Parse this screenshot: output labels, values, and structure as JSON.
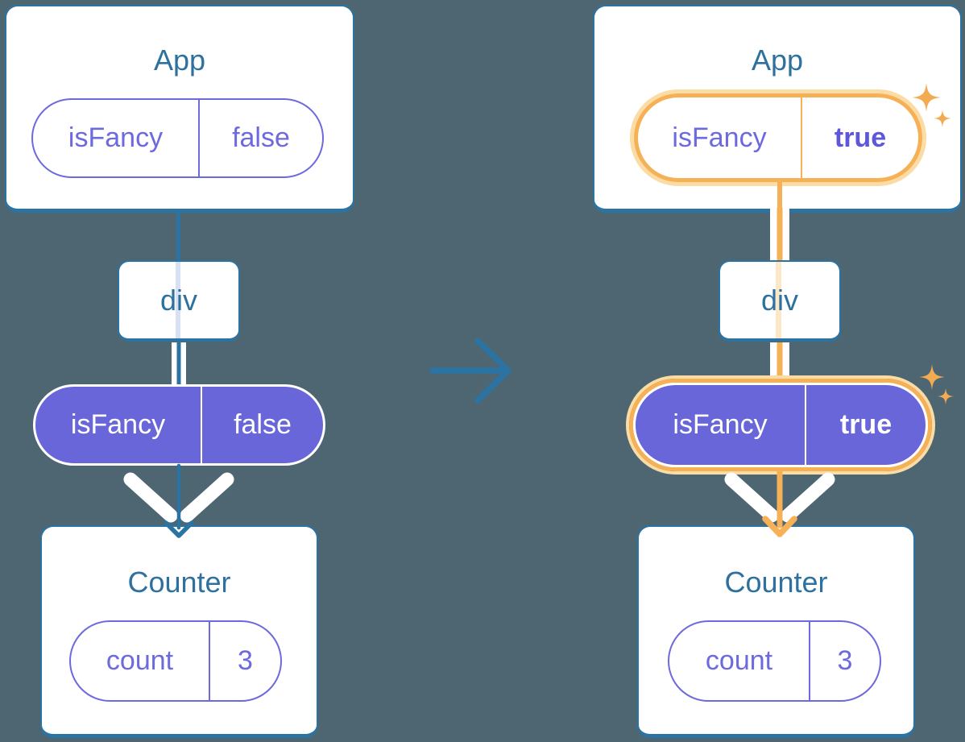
{
  "diagram": {
    "description": "React state transition diagram: isFancy prop passed from App through div to Counter",
    "before": {
      "app": {
        "title": "App",
        "prop": {
          "name": "isFancy",
          "value": "false"
        }
      },
      "div": {
        "label": "div"
      },
      "passed_prop": {
        "name": "isFancy",
        "value": "false"
      },
      "counter": {
        "title": "Counter",
        "state": {
          "name": "count",
          "value": "3"
        }
      }
    },
    "after": {
      "app": {
        "title": "App",
        "prop": {
          "name": "isFancy",
          "value": "true"
        }
      },
      "div": {
        "label": "div"
      },
      "passed_prop": {
        "name": "isFancy",
        "value": "true"
      },
      "counter": {
        "title": "Counter",
        "state": {
          "name": "count",
          "value": "3"
        }
      }
    },
    "icons": {
      "transition": "arrow-right-icon",
      "flow": "chevron-down-arrow-icon",
      "highlight": "sparkle-icon"
    },
    "colors": {
      "background": "#4d6672",
      "steel_blue": "#2b73a2",
      "title_text": "#2e719f",
      "purple_outline": "#6d69de",
      "purple_fill": "#6966da",
      "purple_bold_text": "#5e58d9",
      "orange": "#f6b056",
      "orange_glow": "#fbdca4",
      "lavender_stripe": "#d8e0f4",
      "peach_stripe": "#fce7c6",
      "white": "#ffffff"
    }
  }
}
